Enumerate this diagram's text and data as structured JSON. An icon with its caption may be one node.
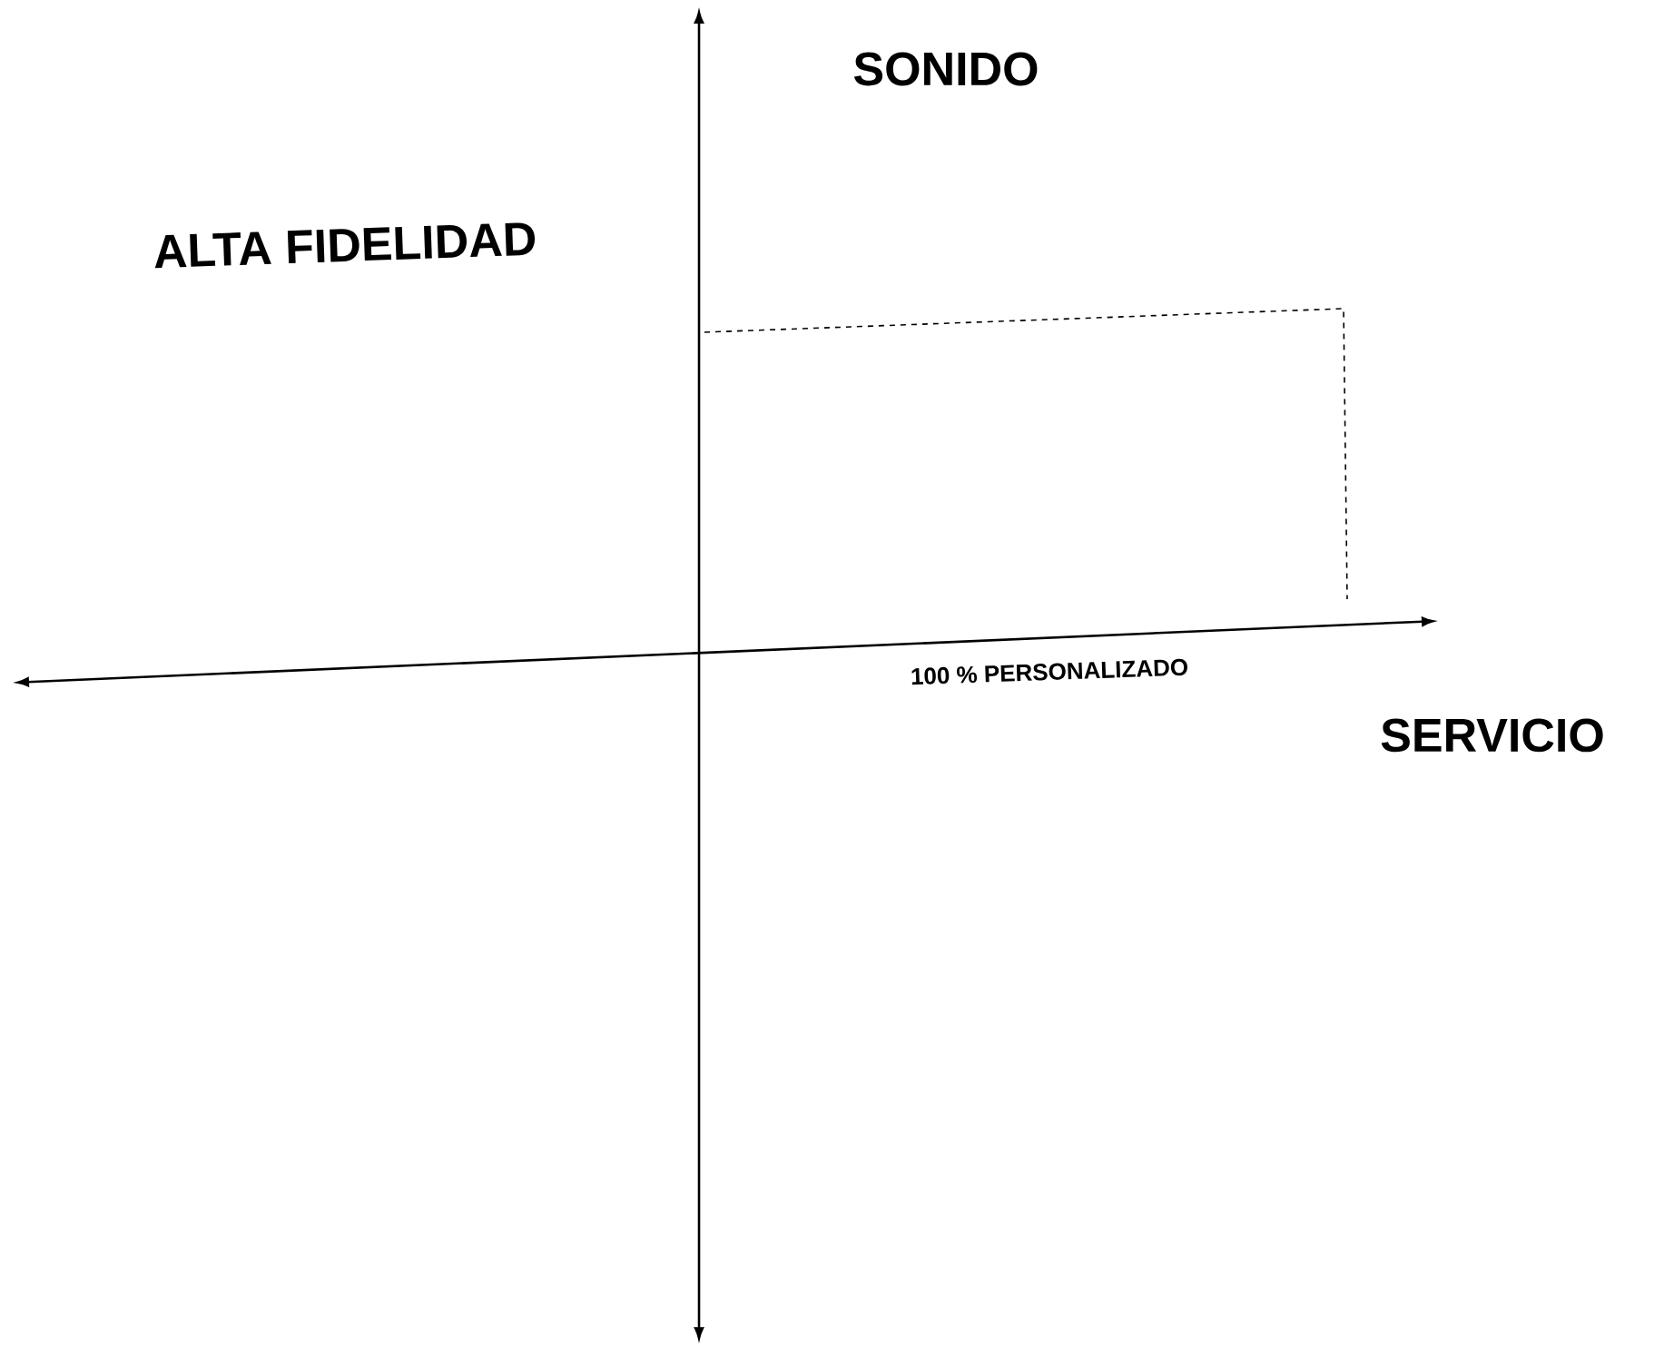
{
  "diagram": {
    "labels": [
      "SONIDO",
      "ALTA FIDELIDAD",
      "100 % PERSONALIZADO",
      "SERVICIO"
    ]
  }
}
